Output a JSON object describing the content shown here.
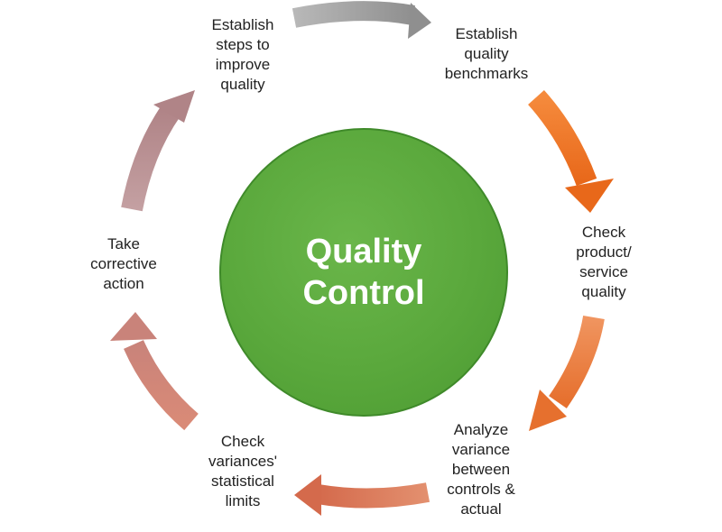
{
  "center": {
    "lines": [
      "Quality",
      "Control"
    ],
    "color": "#5aa83c"
  },
  "steps": [
    {
      "lines": [
        "Establish",
        "quality",
        "benchmarks"
      ]
    },
    {
      "lines": [
        "Check",
        "product/",
        "service",
        "quality"
      ]
    },
    {
      "lines": [
        "Analyze",
        "variance",
        "between",
        "controls &",
        "actual"
      ]
    },
    {
      "lines": [
        "Check",
        "variances'",
        "statistical",
        "limits"
      ]
    },
    {
      "lines": [
        "Take",
        "corrective",
        "action"
      ]
    },
    {
      "lines": [
        "Establish",
        "steps to",
        "improve",
        "quality"
      ]
    }
  ],
  "arrow_colors": {
    "gray": "#9d9d9d",
    "orange": "#ef7a2a",
    "orange_light": "#ec8446",
    "salmon": "#d9765a",
    "rose": "#c88a7d",
    "mauve": "#b99496"
  }
}
